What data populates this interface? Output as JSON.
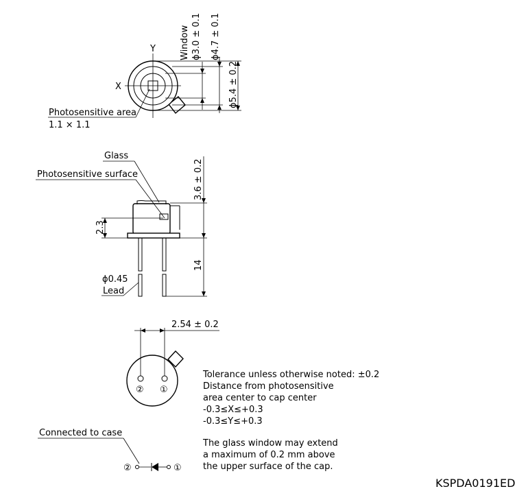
{
  "top_view": {
    "label_y": "Y",
    "label_x": "X",
    "window_label": "Window",
    "window_dim": "ϕ3.0 ± 0.1",
    "cap_dim": "ϕ4.7 ± 0.1",
    "flange_dim": "ϕ5.4 ± 0.2",
    "photosensitive_area_label": "Photosensitive area",
    "photosensitive_area_size": "1.1 × 1.1"
  },
  "side_view": {
    "glass_label": "Glass",
    "surface_label": "Photosensitive surface",
    "height_dim": "3.6 ± 0.2",
    "surface_dim": "2.3",
    "lead_length_dim": "14",
    "lead_diameter": "ϕ0.45",
    "lead_label": "Lead"
  },
  "bottom_view": {
    "pitch_dim": "2.54 ± 0.2",
    "pin2": "②",
    "pin1": "①"
  },
  "notes": {
    "line1": "Tolerance unless otherwise noted: ±0.2",
    "line2": "Distance from photosensitive",
    "line3": "area center to cap center",
    "line4": "-0.3≤X≤+0.3",
    "line5": "-0.3≤Y≤+0.3",
    "line6": "The glass window may extend",
    "line7": "a maximum of 0.2 mm above",
    "line8": "the upper surface of the cap."
  },
  "schematic": {
    "case_label": "Connected to case",
    "pin2": "②",
    "pin1": "①"
  },
  "drawing_code": "KSPDA0191ED"
}
